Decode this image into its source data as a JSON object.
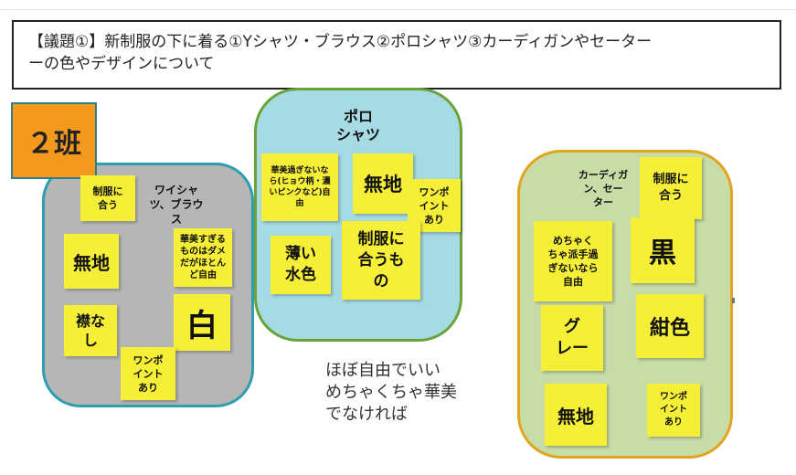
{
  "header": {
    "title": "【議題①】新制服の下に着る①Yシャツ・ブラウス②ポロシャツ③カーディガンやセーター\nーの色やデザインについて"
  },
  "group_label": "２班",
  "clusters": {
    "shirt": {
      "label": "ワイシャ\nツ、ブラウ\nス",
      "notes": [
        "制服に\n合う",
        "無地",
        "華美すぎる\nものはダメ\nだがほとん\nど自由",
        "襟な\nし",
        "白",
        "ワンポ\nイント\nあり"
      ]
    },
    "polo": {
      "label": "ポロ\nシャツ",
      "notes": [
        "華美過ぎないな\nら(ヒョウ柄・濃\nいピンクなど)自\n由",
        "無地",
        "ワンポ\nイント\nあり",
        "薄い\n水色",
        "制服に\n合うも\nの"
      ]
    },
    "cardigan": {
      "label": "カーディガ\nン、セー\nター",
      "notes": [
        "制服に\n合う",
        "めちゃく\nちゃ派手過\nぎないなら\n自由",
        "黒",
        "グ\nレー",
        "紺色",
        "無地",
        "ワンポ\nイント\nあり"
      ]
    }
  },
  "free_comment": "ほぼ自由でいい\nめちゃくちゃ華美\nでなければ"
}
